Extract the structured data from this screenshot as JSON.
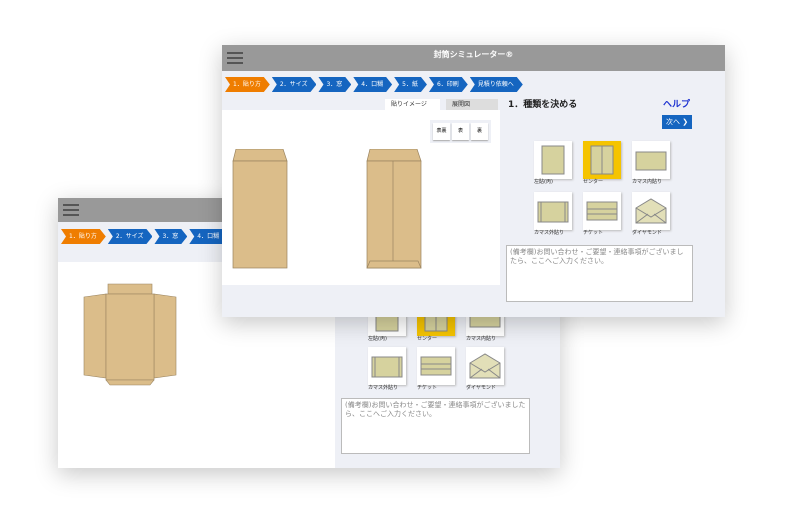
{
  "app": {
    "title": "封筒シミュレーター®"
  },
  "steps": [
    "1．貼り方",
    "2．サイズ",
    "3．窓",
    "4．口糊",
    "5．紙",
    "6．印刷",
    "見積り依頼へ"
  ],
  "back_steps": [
    "1．貼り方",
    "2．サイズ",
    "3．窓",
    "4．口糊"
  ],
  "preview_tabs": [
    "貼りイメージ",
    "展開図"
  ],
  "view_toggle": [
    "表裏",
    "表",
    "裏"
  ],
  "section": {
    "heading": "1．種類を決める",
    "help": "ヘルプ",
    "next": "次へ"
  },
  "types": [
    {
      "label": "左貼(丙)",
      "icon": "envelope-side-seam-icon"
    },
    {
      "label": "センター",
      "icon": "envelope-center-seam-icon",
      "selected": true
    },
    {
      "label": "カマス内貼り",
      "icon": "envelope-kamasu-inner-icon"
    },
    {
      "label": "カマス外貼り",
      "icon": "envelope-kamasu-outer-icon"
    },
    {
      "label": "チケット",
      "icon": "envelope-ticket-icon"
    },
    {
      "label": "ダイヤモンド",
      "icon": "envelope-diamond-icon"
    }
  ],
  "notes": {
    "placeholder": "(備考欄)お問い合わせ・ご要望・連絡事項がございましたら、ここへご入力ください。"
  },
  "colors": {
    "active_step": "#ef7d00",
    "step": "#1565c0",
    "selected": "#f5c400",
    "kraft": "#dbbd8a"
  }
}
